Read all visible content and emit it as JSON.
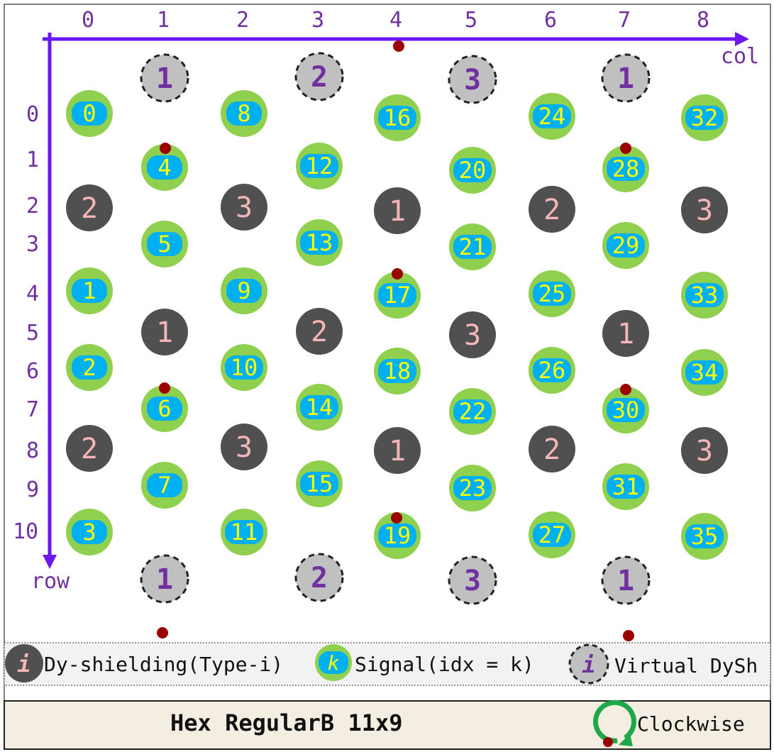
{
  "axes": {
    "col_label": "col",
    "row_label": "row",
    "col_ticks": [
      "0",
      "1",
      "2",
      "3",
      "4",
      "5",
      "6",
      "7",
      "8"
    ],
    "row_ticks": [
      "0",
      "1",
      "2",
      "3",
      "4",
      "5",
      "6",
      "7",
      "8",
      "9",
      "10"
    ]
  },
  "colors": {
    "axis": "#6b17f0",
    "tick_text": "#7030a0",
    "signal_outer": "#8fd14f",
    "signal_inner": "#00b0f0",
    "signal_text": "#ffff00",
    "dysh_fill": "#505050",
    "dysh_text": "#f4b6b6",
    "virtual_fill": "#c0c0c0",
    "virtual_text": "#7030a0",
    "red_dot": "#9b0000",
    "legend_bg": "#f2f2f2",
    "footer_bg": "#f4ede2",
    "clockwise_arrow": "#1fa84a"
  },
  "signals": [
    {
      "col": 0,
      "label": "0"
    },
    {
      "col": 0,
      "label": "1"
    },
    {
      "col": 0,
      "label": "2"
    },
    {
      "col": 0,
      "label": "3"
    },
    {
      "col": 1,
      "label": "4"
    },
    {
      "col": 1,
      "label": "5"
    },
    {
      "col": 1,
      "label": "6"
    },
    {
      "col": 1,
      "label": "7"
    },
    {
      "col": 2,
      "label": "8"
    },
    {
      "col": 2,
      "label": "9"
    },
    {
      "col": 2,
      "label": "10"
    },
    {
      "col": 2,
      "label": "11"
    },
    {
      "col": 3,
      "label": "12"
    },
    {
      "col": 3,
      "label": "13"
    },
    {
      "col": 3,
      "label": "14"
    },
    {
      "col": 3,
      "label": "15"
    },
    {
      "col": 4,
      "label": "16"
    },
    {
      "col": 4,
      "label": "17"
    },
    {
      "col": 4,
      "label": "18"
    },
    {
      "col": 4,
      "label": "19"
    },
    {
      "col": 5,
      "label": "20"
    },
    {
      "col": 5,
      "label": "21"
    },
    {
      "col": 5,
      "label": "22"
    },
    {
      "col": 5,
      "label": "23"
    },
    {
      "col": 6,
      "label": "24"
    },
    {
      "col": 6,
      "label": "25"
    },
    {
      "col": 6,
      "label": "26"
    },
    {
      "col": 6,
      "label": "27"
    },
    {
      "col": 7,
      "label": "28"
    },
    {
      "col": 7,
      "label": "29"
    },
    {
      "col": 7,
      "label": "30"
    },
    {
      "col": 7,
      "label": "31"
    },
    {
      "col": 8,
      "label": "32"
    },
    {
      "col": 8,
      "label": "33"
    },
    {
      "col": 8,
      "label": "34"
    },
    {
      "col": 8,
      "label": "35"
    }
  ],
  "dy_shielding": [
    {
      "col": 0,
      "label": "2"
    },
    {
      "col": 0,
      "label": "2"
    },
    {
      "col": 1,
      "label": "1"
    },
    {
      "col": 2,
      "label": "3"
    },
    {
      "col": 2,
      "label": "3"
    },
    {
      "col": 3,
      "label": "2"
    },
    {
      "col": 4,
      "label": "1"
    },
    {
      "col": 4,
      "label": "1"
    },
    {
      "col": 5,
      "label": "3"
    },
    {
      "col": 6,
      "label": "2"
    },
    {
      "col": 6,
      "label": "2"
    },
    {
      "col": 7,
      "label": "1"
    },
    {
      "col": 8,
      "label": "3"
    },
    {
      "col": 8,
      "label": "3"
    }
  ],
  "virtual_dysh": [
    {
      "col": 1,
      "label": "1"
    },
    {
      "col": 3,
      "label": "2"
    },
    {
      "col": 5,
      "label": "3"
    },
    {
      "col": 7,
      "label": "1"
    },
    {
      "col": 1,
      "label": "1"
    },
    {
      "col": 3,
      "label": "2"
    },
    {
      "col": 5,
      "label": "3"
    },
    {
      "col": 7,
      "label": "1"
    }
  ],
  "legend": {
    "dysh_symbol": "i",
    "dysh_text": "Dy-shielding(Type-i)",
    "signal_symbol": "k",
    "signal_text": "Signal(idx = k)",
    "virtual_symbol": "i",
    "virtual_text": "Virtual DySh"
  },
  "footer": {
    "title": "Hex RegularB 11x9",
    "direction": "Clockwise"
  }
}
